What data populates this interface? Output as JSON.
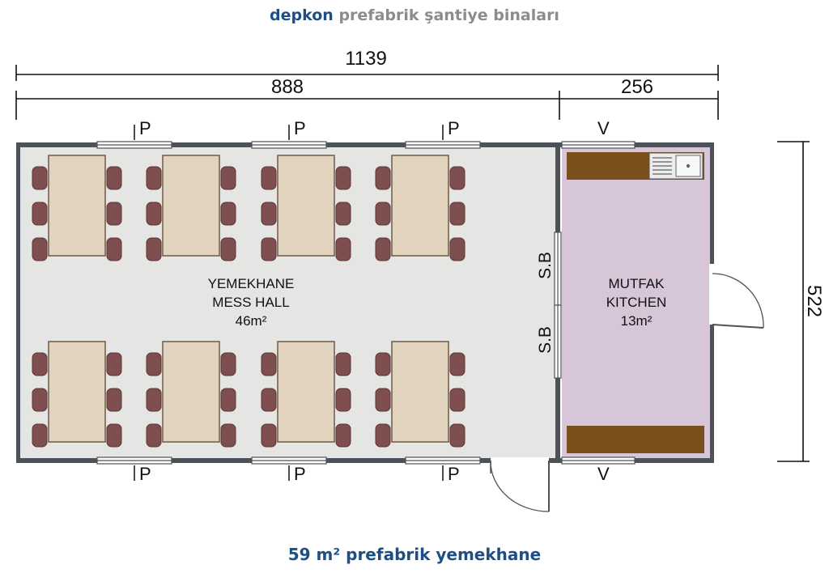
{
  "header": {
    "brand": "depkon",
    "title": "prefabrik şantiye binaları"
  },
  "footer": {
    "caption": "59 m² prefabrik yemekhane"
  },
  "dimensions": {
    "total_width": "1139",
    "hall_width": "888",
    "kitchen_width": "256",
    "depth": "522"
  },
  "rooms": {
    "mess_hall": {
      "name_tr": "YEMEKHANE",
      "name_en": "MESS HALL",
      "area": "46m²"
    },
    "kitchen": {
      "name_tr": "MUTFAK",
      "name_en": "KITCHEN",
      "area": "13m²"
    }
  },
  "window_labels": {
    "p": "P",
    "v": "V"
  },
  "partition_labels": {
    "sb": "S.B"
  },
  "colors": {
    "wall": "#4c5257",
    "hall_floor": "#e5e5e3",
    "kitchen_floor": "#d6c6d7",
    "table": "#e2d3be",
    "chair": "#7f4f4f",
    "counter": "#7a4f1c",
    "title_blue": "#1d4f86"
  }
}
